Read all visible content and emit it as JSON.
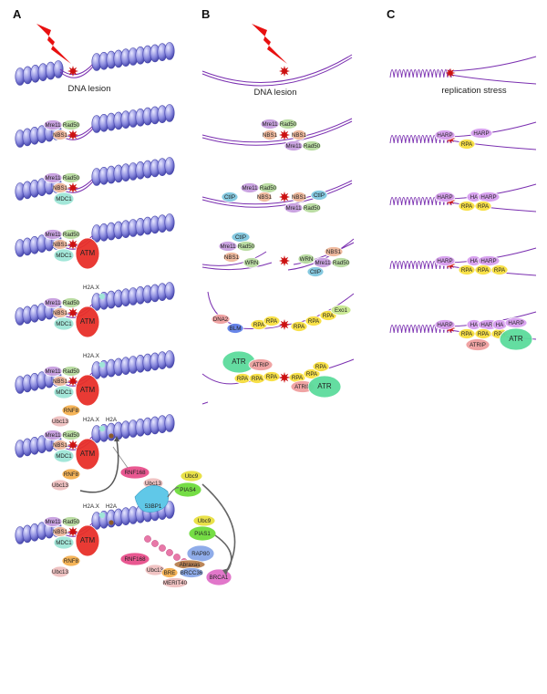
{
  "panels": {
    "a": "A",
    "b": "B",
    "c": "C"
  },
  "captions": {
    "a_lesion": "DNA lesion",
    "b_lesion": "DNA lesion",
    "c_stress": "replication stress"
  },
  "proteins": {
    "mre11": "Mre11",
    "rad50": "Rad50",
    "nbs1": "NBS1",
    "mdc1": "MDC1",
    "atm": "ATM",
    "h2ax": "H2A.X",
    "h2a": "H2A",
    "rnf8": "RNF8",
    "ubc13": "Ubc13",
    "rnf168": "RNF168",
    "bp53": "53BP1",
    "ubc9": "Ubc9",
    "pias4": "PIAS4",
    "pias1": "PIAS1",
    "rap80": "RAP80",
    "abraxas": "Abraxas",
    "bre": "BRE",
    "brcc36": "BRCC36",
    "merit40": "MERIT40",
    "brca1": "BRCA1",
    "ctip": "CtIP",
    "wrn": "WRN",
    "dna2": "DNA2",
    "blm": "BLM",
    "rpa": "RPA",
    "exo1": "Exo1",
    "atr": "ATR",
    "atrip": "ATRIP",
    "harp": "HARP",
    "harp_short": "HA"
  },
  "colors": {
    "chromatin": "#8888dd",
    "chromatin_edge": "#4444aa",
    "dna": "#7a2fb0",
    "lesion": "#cc1111",
    "bolt": "#e81010",
    "mre11": "#c8a0e0",
    "rad50": "#b8dca0",
    "nbs1": "#f0b89a",
    "mdc1": "#9fe6d8",
    "atm": "#e8302a",
    "rnf8": "#f5b050",
    "ubc13": "#f0c0c0",
    "rnf168": "#e8508c",
    "bp53": "#60c8e8",
    "ubc9": "#e8e040",
    "pias": "#6edc3c",
    "rap80": "#8aa8e8",
    "abraxas": "#b88050",
    "brca1": "#e070c8",
    "ctip": "#80c8e0",
    "wrn": "#b8dca0",
    "dna2": "#f0a0a0",
    "blm": "#6080e8",
    "rpa": "#f8e040",
    "exo1": "#c8e890",
    "atr": "#5cdc9c",
    "atrip": "#f0a0a0",
    "harp": "#d8a0f0"
  }
}
